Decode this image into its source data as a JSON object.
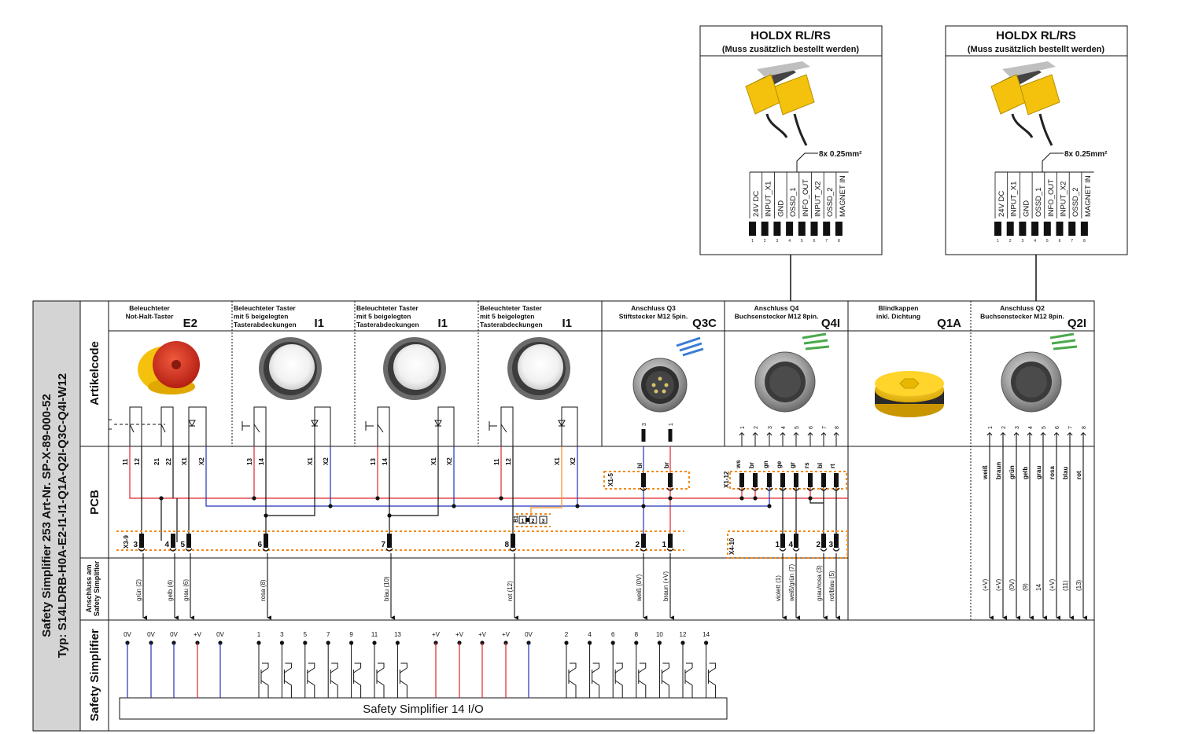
{
  "sidebar": {
    "line1": "Safety Simplifier  253 Art-Nr. SP-X-89-000-52",
    "line2": "Typ: S14LDRB-H0A-E2-I1-I1-Q1A-Q2I-Q3C-Q4I-W12"
  },
  "rows": {
    "artikelcode": "Artikelcode",
    "pcb": "PCB",
    "anschluss": "Anschluss am Safety Simplifier",
    "anschluss_1": "Anschluss am",
    "anschluss_2": "Safety Simplifier",
    "simplifier": "Safety Simplifier"
  },
  "holdx": [
    {
      "title": "HOLDX RL/RS",
      "subtitle": "(Muss zusätzlich bestellt werden)",
      "cable": "8x 0.25mm²",
      "pins": [
        "24V DC",
        "INPUT_X1",
        "GND",
        "OSSD_1",
        "INFO_OUT",
        "INPUT_X2",
        "OSSD_2",
        "MAGNET IN"
      ],
      "pin_numbers": [
        "1",
        "2",
        "3",
        "4",
        "5",
        "6",
        "7",
        "8"
      ]
    },
    {
      "title": "HOLDX RL/RS",
      "subtitle": "(Muss zusätzlich bestellt werden)",
      "cable": "8x 0.25mm²",
      "pins": [
        "24V DC",
        "INPUT_X1",
        "GND",
        "OSSD_1",
        "INFO_OUT",
        "INPUT_X2",
        "OSSD_2",
        "MAGNET IN"
      ],
      "pin_numbers": [
        "1",
        "2",
        "3",
        "4",
        "5",
        "6",
        "7",
        "8"
      ]
    }
  ],
  "columns": [
    {
      "desc": [
        "Beleuchteter",
        "Not-Halt-Taster"
      ],
      "code": "E2"
    },
    {
      "desc": [
        "Beleuchteter Taster",
        "mit 5 beigelegten",
        "Tasterabdeckungen"
      ],
      "code": "I1"
    },
    {
      "desc": [
        "Beleuchteter Taster",
        "mit 5 beigelegten",
        "Tasterabdeckungen"
      ],
      "code": "I1"
    },
    {
      "desc": [
        "Beleuchteter Taster",
        "mit 5 beigelegten",
        "Tasterabdeckungen"
      ],
      "code": "I1"
    },
    {
      "desc": [
        "Anschluss Q3",
        "Stiftstecker M12 5pin."
      ],
      "code": "Q3C"
    },
    {
      "desc": [
        "Anschluss Q4",
        "Buchsenstecker M12 8pin."
      ],
      "code": "Q4I"
    },
    {
      "desc": [
        "Blindkappen",
        "inkl. Dichtung"
      ],
      "code": "Q1A"
    },
    {
      "desc": [
        "Anschluss Q2",
        "Buchsenstecker M12 8pin."
      ],
      "code": "Q2I"
    }
  ],
  "pcb": {
    "c1": [
      "11",
      "12",
      "21",
      "22",
      "X1",
      "X2"
    ],
    "c2": [
      "13",
      "14",
      "X1",
      "X2"
    ],
    "c3": [
      "13",
      "14",
      "X1",
      "X2"
    ],
    "c4": [
      "11",
      "12",
      "X1",
      "X2"
    ],
    "q3_wires": [
      "bl",
      "br"
    ],
    "q3_pins": [
      "3",
      "1"
    ],
    "q4_wires": [
      "ws",
      "br",
      "gn",
      "ge",
      "gr",
      "rs",
      "bl",
      "rt"
    ],
    "q4_pins": [
      "1",
      "2",
      "3",
      "4",
      "5",
      "6",
      "7",
      "8"
    ],
    "x15": "X1-5",
    "x112": "X1-12",
    "x39": "X3-9",
    "x410": "X4-10",
    "b1": "B1",
    "b1_nums": [
      "1",
      "2",
      "3"
    ],
    "term_x39": [
      "3",
      "4",
      "5",
      "6",
      "7",
      "8"
    ],
    "term_x15": [
      "2",
      "1"
    ],
    "term_x410": [
      "1",
      "4",
      "2",
      "3"
    ]
  },
  "anschluss_labels": [
    "grün (2)",
    "gelb (4)",
    "grau (6)",
    "rosa (8)",
    "blau (10)",
    "rot (12)",
    "weiß (0V)",
    "braun (+V)",
    "violett (1)",
    "weiß/grün (7)",
    "grau/rosa (3)",
    "rot/blau (5)"
  ],
  "q2": {
    "pins": [
      "1",
      "2",
      "3",
      "4",
      "5",
      "6",
      "7",
      "8"
    ],
    "colors": [
      "weiß",
      "braun",
      "grün",
      "gelb",
      "grau",
      "rosa",
      "blau",
      "rot"
    ],
    "signals": [
      "(+V)",
      "(+V)",
      "(0V)",
      "(9)",
      "14",
      "(+V)",
      "(11)",
      "(13)"
    ]
  },
  "simplifier": {
    "power_labels": [
      "0V",
      "0V",
      "0V",
      "+V",
      "0V"
    ],
    "odd_labels": [
      "1",
      "3",
      "5",
      "7",
      "9",
      "11",
      "13"
    ],
    "mid_labels": [
      "+V",
      "+V",
      "+V",
      "+V",
      "0V"
    ],
    "even_labels": [
      "2",
      "4",
      "6",
      "8",
      "10",
      "12",
      "14"
    ],
    "box_label": "Safety Simplifier 14 I/O"
  },
  "colors": {
    "red": "#e0262b",
    "blue": "#2232b8",
    "orange": "#f28c1e",
    "yellow": "#f4c20d"
  }
}
